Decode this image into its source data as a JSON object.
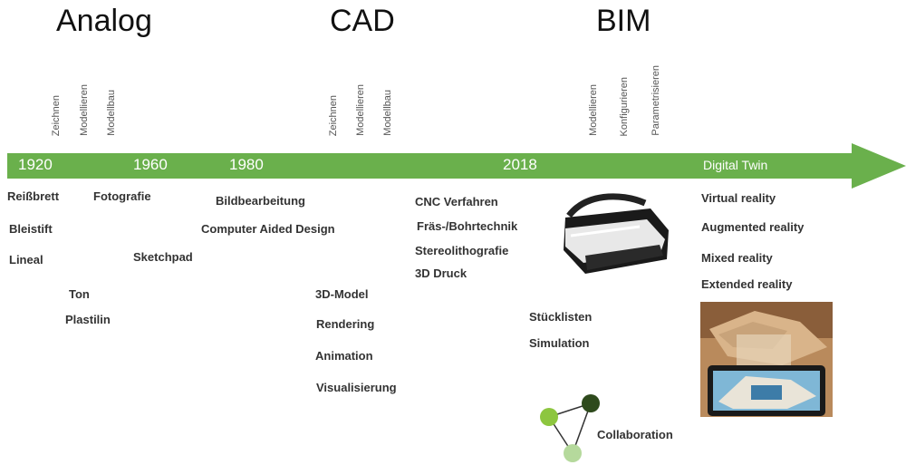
{
  "eras": {
    "analog": "Analog",
    "cad": "CAD",
    "bim": "BIM"
  },
  "activities": {
    "analog": [
      "Zeichnen",
      "Modellieren",
      "Modellbau"
    ],
    "cad": [
      "Zeichnen",
      "Modellieren",
      "Modellbau"
    ],
    "bim": [
      "Modellieren",
      "Konfigurieren",
      "Parametrisieren"
    ]
  },
  "timeline": {
    "years": [
      "1920",
      "1960",
      "1980",
      "2018"
    ],
    "end_label": "Digital Twin",
    "color": "#6ab04c"
  },
  "items": {
    "reissbrett": "Reißbrett",
    "bleistift": "Bleistift",
    "lineal": "Lineal",
    "ton": "Ton",
    "plastilin": "Plastilin",
    "fotografie": "Fotografie",
    "sketchpad": "Sketchpad",
    "bildbearbeitung": "Bildbearbeitung",
    "cad": "Computer Aided Design",
    "model3d": "3D-Model",
    "rendering": "Rendering",
    "animation": "Animation",
    "visualisierung": "Visualisierung",
    "cnc": "CNC Verfahren",
    "fraes": "Fräs-/Bohrtechnik",
    "stereo": "Stereolithografie",
    "druck3d": "3D Druck",
    "stueckliste": "Stücklisten",
    "simulation": "Simulation",
    "collaboration": "Collaboration",
    "vr": "Virtual reality",
    "ar": "Augmented reality",
    "mr": "Mixed reality",
    "xr": "Extended reality"
  },
  "icons": {
    "headset": "vr-headset-icon",
    "network": "collaboration-network-icon",
    "ar_photo": "augmented-reality-photo"
  },
  "colors": {
    "node_light": "#8dc63f",
    "node_dark": "#2e4a1c",
    "node_pale": "#b5d99c"
  }
}
